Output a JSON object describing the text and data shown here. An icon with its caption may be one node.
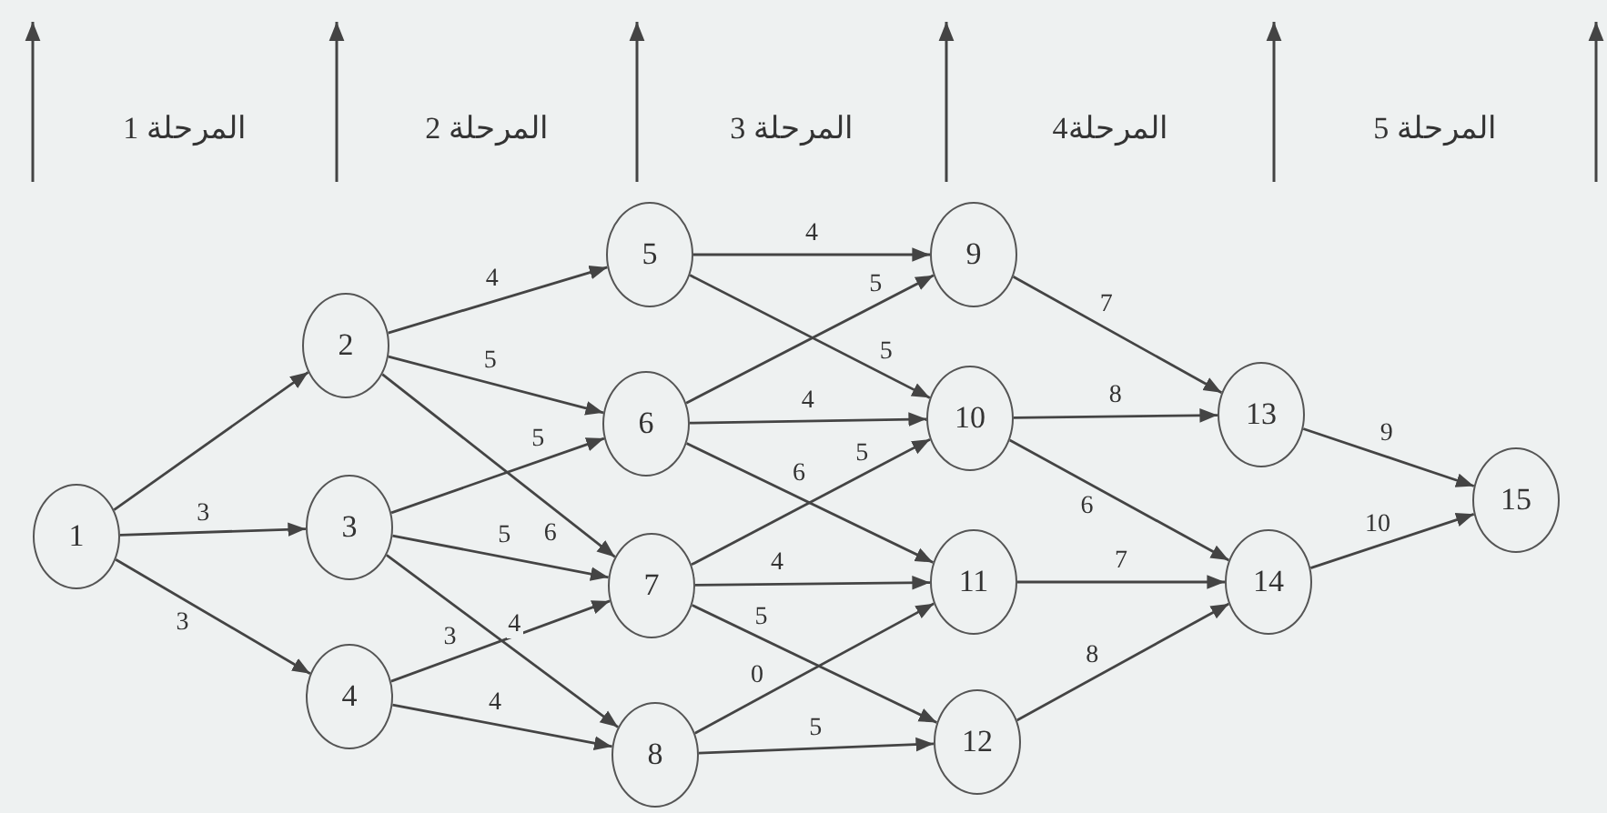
{
  "diagram": {
    "nodes": [
      {
        "text": [
          "1"
        ]
      },
      {
        "text": [
          "2"
        ]
      },
      {
        "text": [
          "3"
        ]
      },
      {
        "text": [
          "4"
        ]
      },
      {
        "text": [
          "5"
        ]
      },
      {
        "text": [
          "6"
        ]
      },
      {
        "text": [
          "7"
        ]
      },
      {
        "text": [
          "8"
        ]
      },
      {
        "text": [
          "9"
        ]
      },
      {
        "text": [
          "10"
        ]
      },
      {
        "text": [
          "11"
        ]
      },
      {
        "text": [
          "12"
        ]
      },
      {
        "text": [
          "13"
        ]
      },
      {
        "text": [
          "14"
        ]
      },
      {
        "text": [
          "15"
        ]
      }
    ],
    "edges": [
      {
        "from": 0,
        "to": 1,
        "arrow": "to"
      },
      {
        "from": 0,
        "to": 2,
        "arrow": "to",
        "label": "3"
      },
      {
        "from": 0,
        "to": 3,
        "arrow": "to",
        "label": "3"
      },
      {
        "from": 1,
        "to": 4,
        "arrow": "to",
        "label": "4"
      },
      {
        "from": 1,
        "to": 5,
        "arrow": "to",
        "label": "5"
      },
      {
        "from": 1,
        "to": 6,
        "arrow": "to",
        "label": "6"
      },
      {
        "from": 2,
        "to": 5,
        "arrow": "to",
        "label": "5"
      },
      {
        "from": 2,
        "to": 6,
        "arrow": "to",
        "label": "5"
      },
      {
        "from": 2,
        "to": 7,
        "arrow": "to",
        "label": "4"
      },
      {
        "from": 3,
        "to": 6,
        "arrow": "to",
        "label": "3"
      },
      {
        "from": 3,
        "to": 7,
        "arrow": "to",
        "label": "4"
      },
      {
        "from": 4,
        "to": 8,
        "arrow": "to",
        "label": "4"
      },
      {
        "from": 4,
        "to": 9,
        "arrow": "to",
        "label": "5"
      },
      {
        "from": 5,
        "to": 8,
        "arrow": "to",
        "label": "5"
      },
      {
        "from": 5,
        "to": 9,
        "arrow": "to",
        "label": "4"
      },
      {
        "from": 5,
        "to": 10,
        "arrow": "to",
        "label": "6"
      },
      {
        "from": 6,
        "to": 9,
        "arrow": "to",
        "label": "5"
      },
      {
        "from": 6,
        "to": 10,
        "arrow": "to",
        "label": "4"
      },
      {
        "from": 6,
        "to": 11,
        "arrow": "to",
        "label": "5"
      },
      {
        "from": 7,
        "to": 10,
        "arrow": "to",
        "label": "0"
      },
      {
        "from": 7,
        "to": 11,
        "arrow": "to",
        "label": "5"
      },
      {
        "from": 8,
        "to": 12,
        "arrow": "to",
        "label": "7"
      },
      {
        "from": 9,
        "to": 12,
        "arrow": "to",
        "label": "8"
      },
      {
        "from": 9,
        "to": 13,
        "arrow": "to",
        "label": "6"
      },
      {
        "from": 10,
        "to": 13,
        "arrow": "to",
        "label": "7"
      },
      {
        "from": 11,
        "to": 13,
        "arrow": "to",
        "label": "8"
      },
      {
        "from": 12,
        "to": 14,
        "arrow": "to",
        "label": "9"
      },
      {
        "from": 13,
        "to": 14,
        "arrow": "to",
        "label": "10"
      }
    ],
    "labels": [
      "المرحلة 1",
      "المرحلة 2",
      "المرحلة 3",
      "المرحلة4",
      "المرحلة 5"
    ]
  }
}
